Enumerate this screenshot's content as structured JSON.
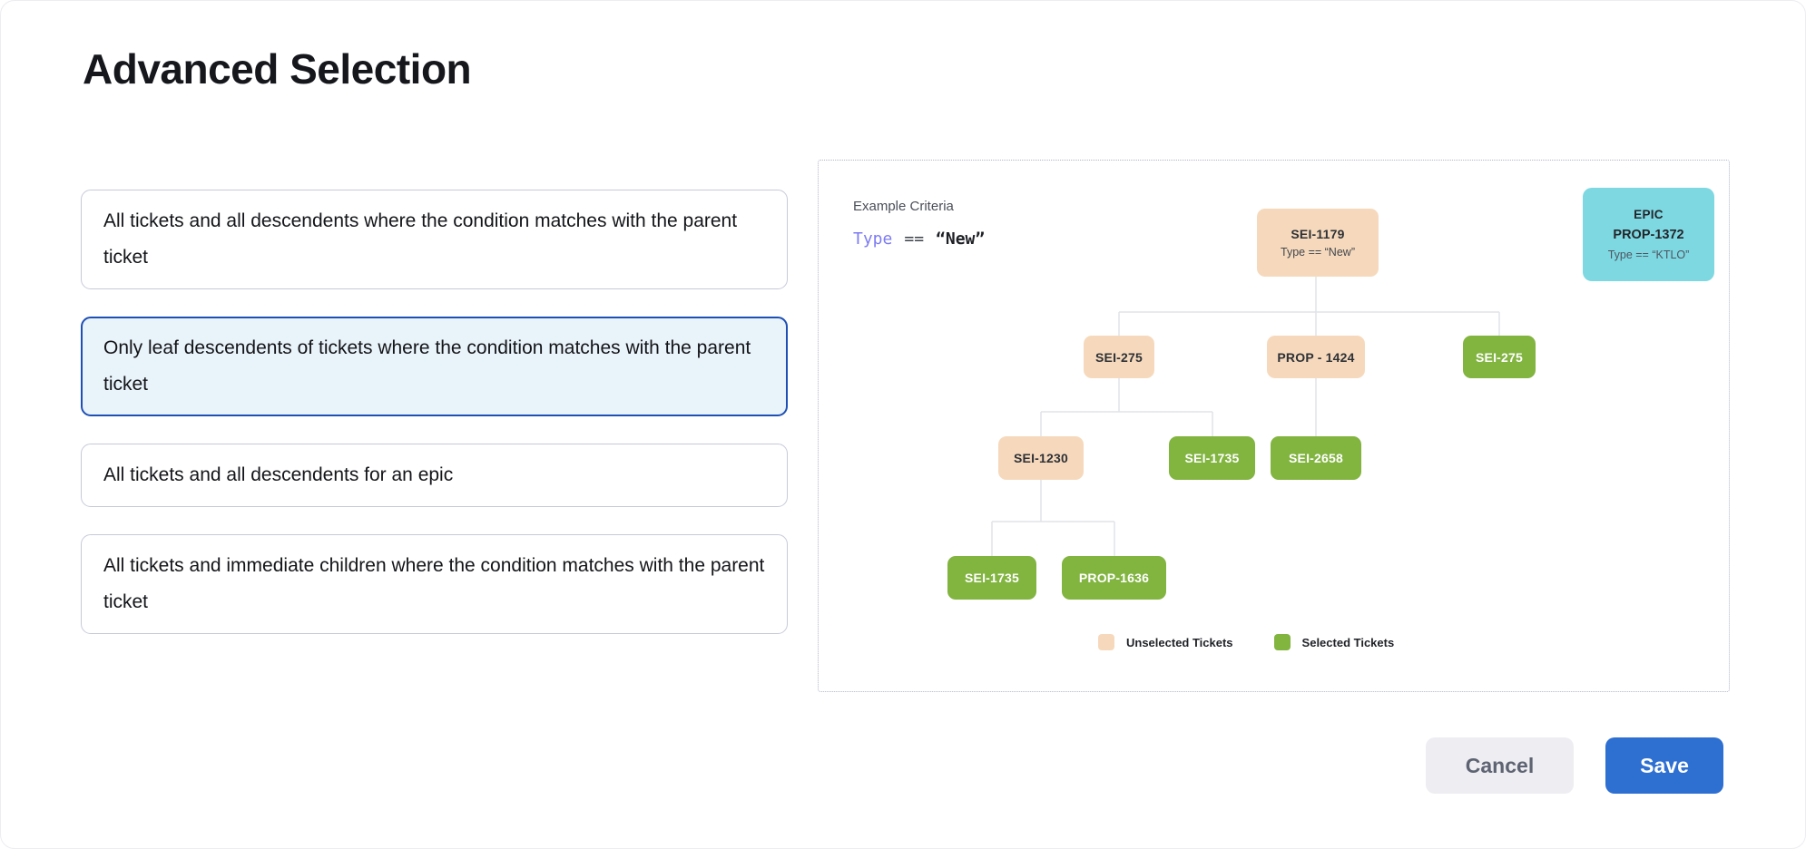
{
  "title": "Advanced Selection",
  "options": [
    {
      "label": "All tickets and all descendents where the condition matches with the parent ticket",
      "selected": false
    },
    {
      "label": "Only leaf descendents of tickets where the condition matches with the parent ticket",
      "selected": true
    },
    {
      "label": "All tickets and all descendents for an epic",
      "selected": false
    },
    {
      "label": "All tickets and immediate children where the condition matches with the parent ticket",
      "selected": false
    }
  ],
  "example": {
    "heading": "Example Criteria",
    "criteria": {
      "field": "Type",
      "operator": "==",
      "value": "“New”"
    },
    "epic_card": {
      "line1": "EPIC",
      "line2": "PROP-1372",
      "line3": "Type == “KTLO”"
    },
    "tree_nodes": [
      {
        "label": "SEI-1179",
        "sublabel": "Type == “New”",
        "state": "unselected",
        "parent": null
      },
      {
        "label": "SEI-275",
        "state": "unselected",
        "parent": "SEI-1179"
      },
      {
        "label": "PROP - 1424",
        "state": "unselected",
        "parent": "SEI-1179"
      },
      {
        "label": "SEI-275",
        "state": "selected",
        "parent": "SEI-1179"
      },
      {
        "label": "SEI-1230",
        "state": "unselected",
        "parent": "SEI-275"
      },
      {
        "label": "SEI-1735",
        "state": "selected",
        "parent": "SEI-275"
      },
      {
        "label": "SEI-2658",
        "state": "selected",
        "parent": "PROP - 1424"
      },
      {
        "label": "SEI-1735",
        "state": "selected",
        "parent": "SEI-1230"
      },
      {
        "label": "PROP-1636",
        "state": "selected",
        "parent": "SEI-1230"
      }
    ],
    "legend": [
      {
        "label": "Unselected Tickets",
        "color": "#f6d9bc"
      },
      {
        "label": "Selected Tickets",
        "color": "#82b440"
      }
    ]
  },
  "footer": {
    "cancel_label": "Cancel",
    "save_label": "Save"
  },
  "colors": {
    "selected_card_border": "#1e4fb5",
    "selected_card_bg": "#e9f3fa",
    "card_border": "#c7c9d9",
    "unselected_ticket": "#f6d9bc",
    "selected_ticket": "#82b440",
    "epic_card_bg": "#7ed8e1",
    "criteria_field": "#7d7bf2",
    "connector_line": "#e2e3e8",
    "save_button": "#2e6fd2",
    "cancel_button_bg": "#eeedf2"
  }
}
